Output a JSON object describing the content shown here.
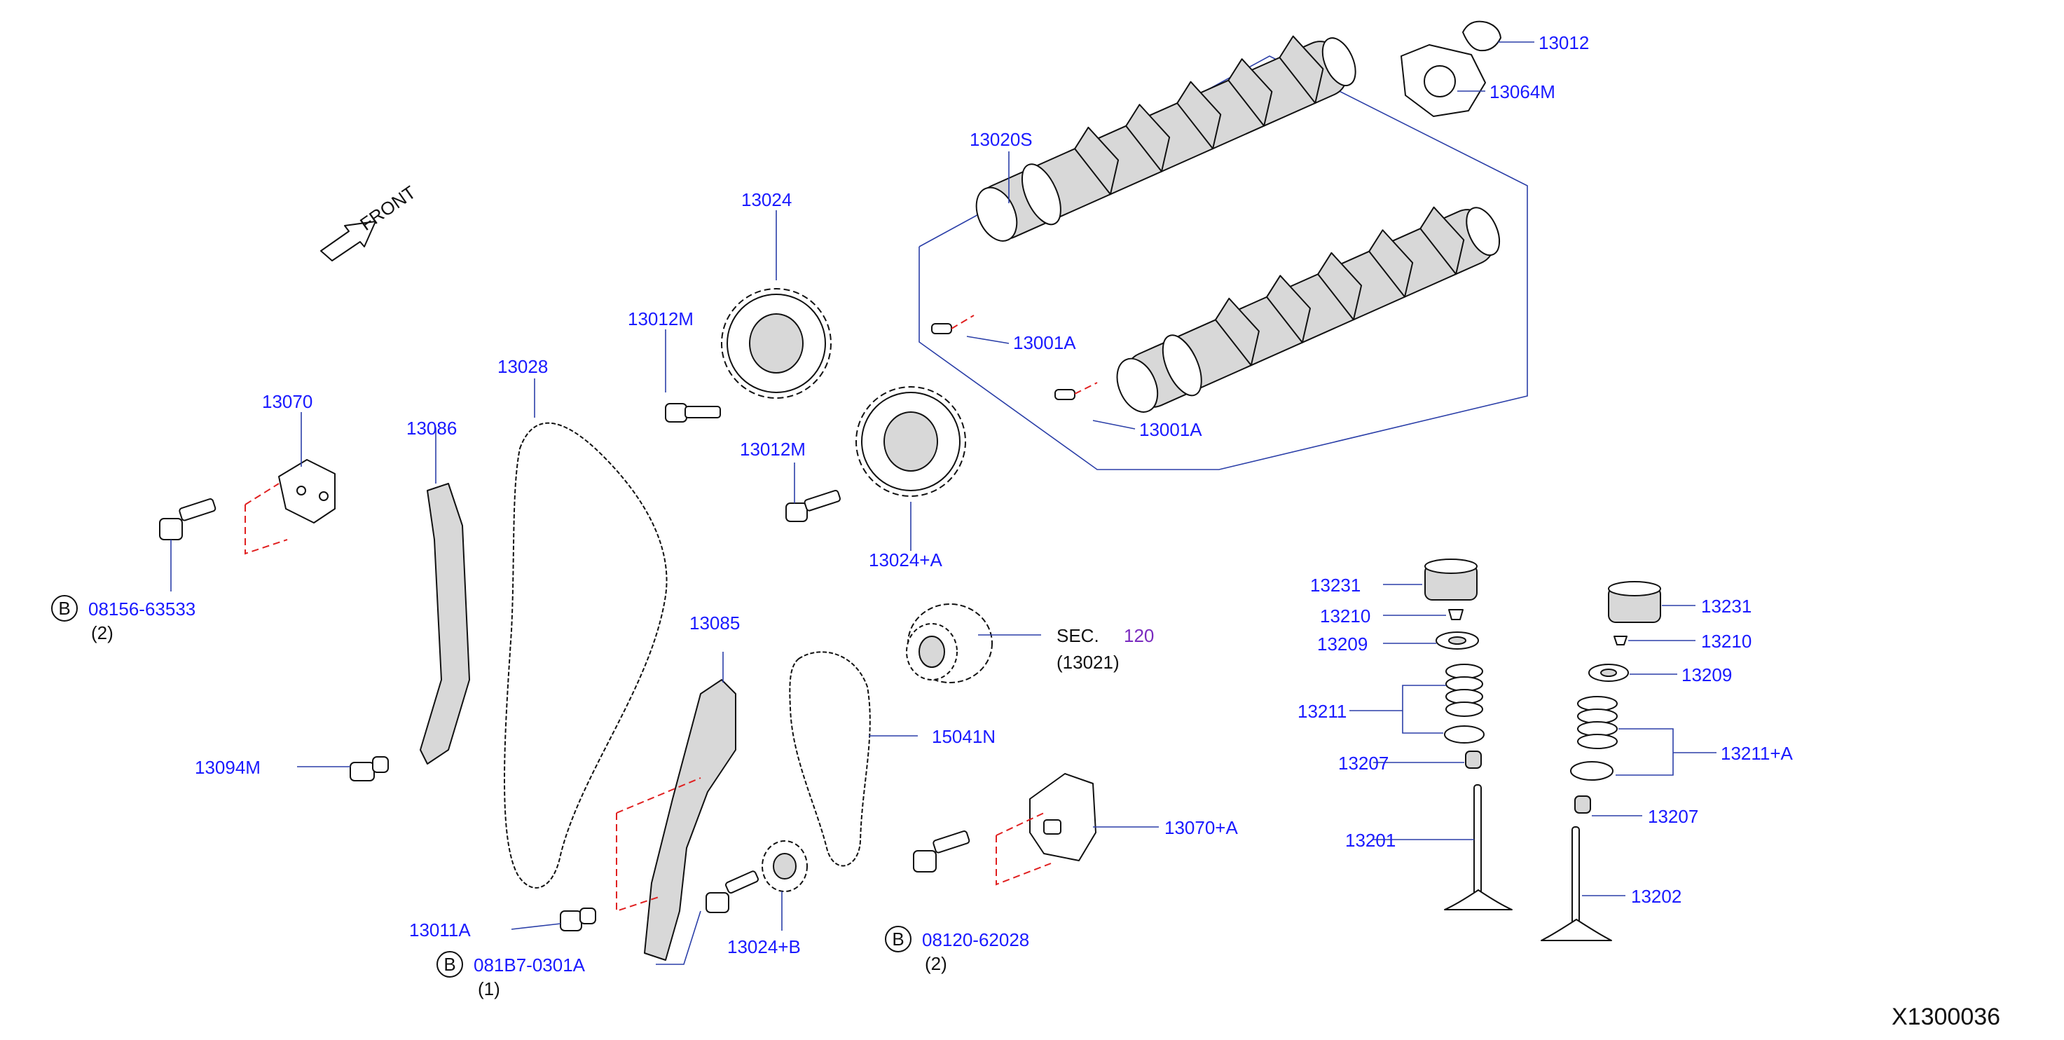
{
  "diagram": {
    "front_label": "FRONT",
    "reference_code": "X1300036",
    "callouts": {
      "c13012": "13012",
      "c13064M": "13064M",
      "c13020S": "13020S",
      "c13001A_1": "13001A",
      "c13001A_2": "13001A",
      "c13024": "13024",
      "c13012M_1": "13012M",
      "c13012M_2": "13012M",
      "c13024A": "13024+A",
      "c13028": "13028",
      "c13070": "13070",
      "c13086": "13086",
      "c08156": "08156-63533",
      "c08156_qty": "(2)",
      "c13085": "13085",
      "sec": "SEC.",
      "sec_num": "120",
      "sec_sub": "(13021)",
      "c15041N": "15041N",
      "c13094M": "13094M",
      "c13070A": "13070+A",
      "c08120": "08120-62028",
      "c08120_qty": "(2)",
      "c13011A": "13011A",
      "c081B7": "081B7-0301A",
      "c081B7_qty": "(1)",
      "c13024B": "13024+B",
      "c13231_1": "13231",
      "c13210_1": "13210",
      "c13209_1": "13209",
      "c13211": "13211",
      "c13207_1": "13207",
      "c13201": "13201",
      "c13231_2": "13231",
      "c13210_2": "13210",
      "c13209_2": "13209",
      "c13211A": "13211+A",
      "c13207_2": "13207",
      "c13202": "13202",
      "bolt_marker": "B"
    }
  }
}
